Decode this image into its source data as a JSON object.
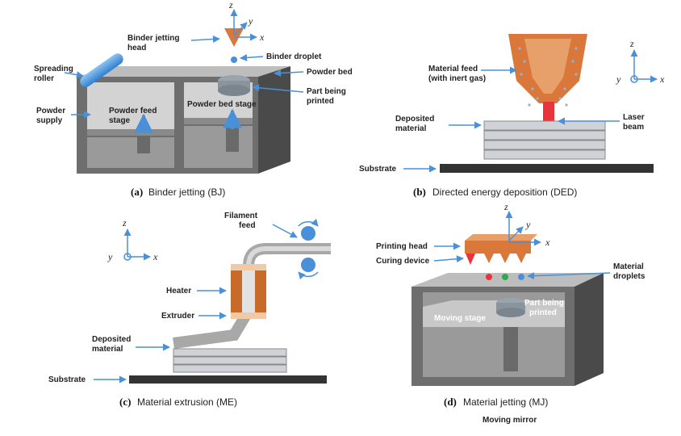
{
  "panels": {
    "a": {
      "caption_letter": "(a)",
      "caption_text": "Binder jetting (BJ)",
      "labels": {
        "binder_head_1": "Binder jetting",
        "binder_head_2": "head",
        "binder_droplet": "Binder droplet",
        "spreading_roller_1": "Spreading",
        "spreading_roller_2": "roller",
        "powder_bed": "Powder bed",
        "part_printed_1": "Part being",
        "part_printed_2": "printed",
        "powder_supply_1": "Powder",
        "powder_supply_2": "supply",
        "powder_feed_stage_1": "Powder feed",
        "powder_feed_stage_2": "stage",
        "powder_bed_stage": "Powder bed stage"
      },
      "axes": {
        "z": "z",
        "y": "y",
        "x": "x"
      }
    },
    "b": {
      "caption_letter": "(b)",
      "caption_text": "Directed energy deposition (DED)",
      "labels": {
        "material_feed_1": "Material feed",
        "material_feed_2": "(with inert gas)",
        "deposited_1": "Deposited",
        "deposited_2": "material",
        "laser_1": "Laser",
        "laser_2": "beam",
        "substrate": "Substrate"
      },
      "axes": {
        "z": "z",
        "y": "y",
        "x": "x"
      }
    },
    "c": {
      "caption_letter": "(c)",
      "caption_text": "Material extrusion (ME)",
      "labels": {
        "filament_1": "Filament",
        "filament_2": "feed",
        "heater": "Heater",
        "extruder": "Extruder",
        "deposited_1": "Deposited",
        "deposited_2": "material",
        "substrate": "Substrate"
      },
      "axes": {
        "z": "z",
        "y": "y",
        "x": "x"
      }
    },
    "d": {
      "caption_letter": "(d)",
      "caption_text": "Material jetting (MJ)",
      "labels": {
        "printing_head": "Printing head",
        "curing_device": "Curing device",
        "material_droplets_1": "Material",
        "material_droplets_2": "droplets",
        "moving_stage": "Moving stage",
        "part_printed_1": "Part being",
        "part_printed_2": "printed",
        "moving_mirror": "Moving mirror"
      },
      "axes": {
        "z": "z",
        "y": "y",
        "x": "x"
      }
    }
  },
  "colors": {
    "machine_gray": "#6e6e6e",
    "machine_light": "#a8a8a8",
    "machine_dark": "#4a4a4a",
    "powder": "#d0d0d0",
    "orange": "#d9783a",
    "orange_dark": "#b85a22",
    "laser_red": "#e8343a",
    "blue": "#4a90d9",
    "substrate": "#333333"
  }
}
